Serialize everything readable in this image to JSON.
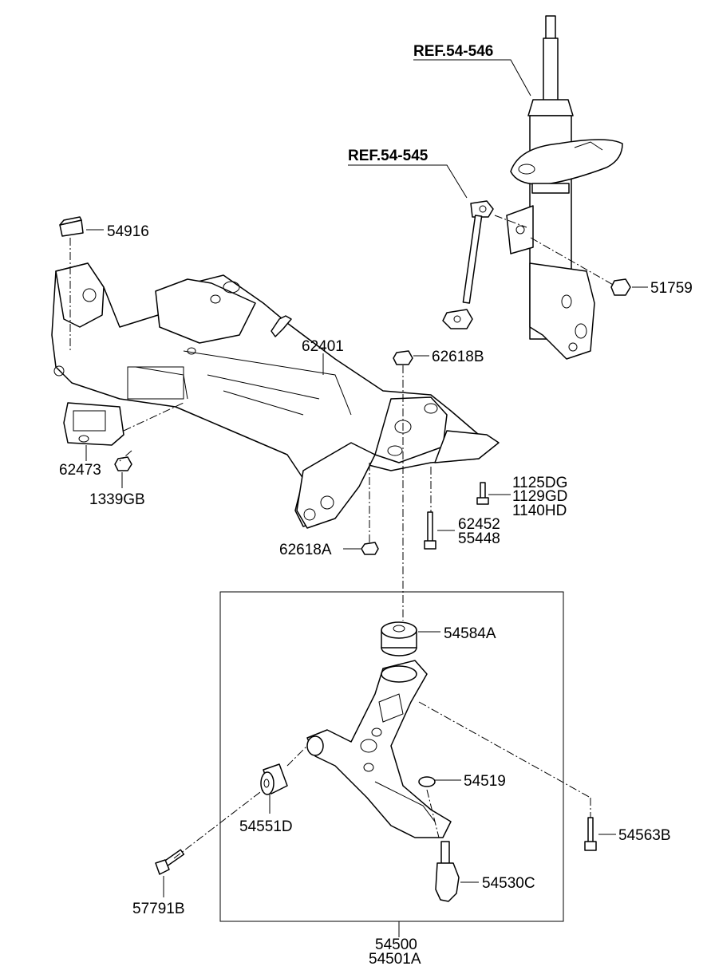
{
  "diagram": {
    "references": {
      "strut": "REF.54-546",
      "stabilizer_link": "REF.54-545"
    },
    "parts": {
      "bumper_stopper": "54916",
      "strut_nut": "51759",
      "crossmember": "62401",
      "flange_nut_upper": "62618B",
      "mount_bracket": "62473",
      "mount_nut": "1339GB",
      "bolt_codes": [
        "1125DG",
        "1129GD",
        "1140HD"
      ],
      "rear_bolt_codes": [
        "62452",
        "55448"
      ],
      "flange_nut_lower": "62618A",
      "rear_bushing": "54584A",
      "lower_arm_bushing": "54551D",
      "snap_ring": "54519",
      "arm_bolt": "54563B",
      "ball_joint": "54530C",
      "front_bolt": "57791B"
    },
    "assembly_codes": [
      "54500",
      "54501A"
    ]
  }
}
